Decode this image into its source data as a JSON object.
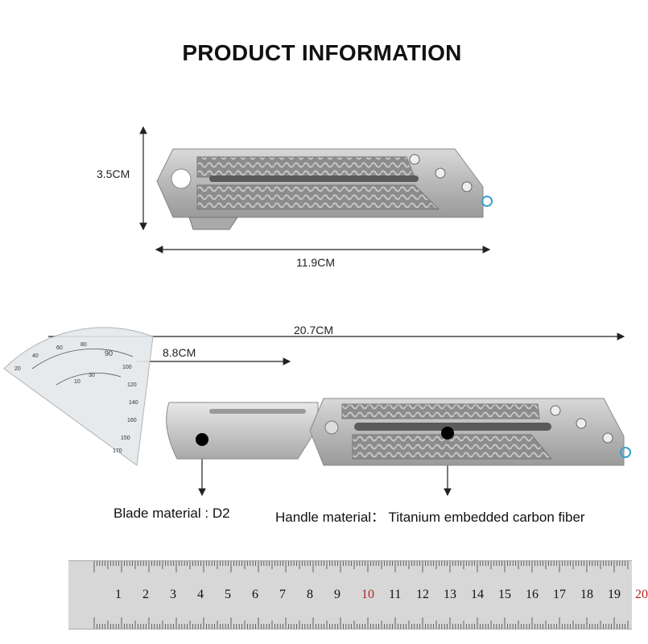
{
  "title": "PRODUCT INFORMATION",
  "dimensions": {
    "closed_height": "3.5CM",
    "closed_length": "11.9CM",
    "overall_length": "20.7CM",
    "blade_length": "8.8CM"
  },
  "materials": {
    "blade": "Blade material : D2",
    "handle": "Handle material： Titanium embedded carbon fiber"
  },
  "ruler": {
    "numbers": [
      "1",
      "2",
      "3",
      "4",
      "5",
      "6",
      "7",
      "8",
      "9",
      "10",
      "11",
      "12",
      "13",
      "14",
      "15",
      "16",
      "17",
      "18",
      "19",
      "20"
    ],
    "highlight_color": "#b22222"
  },
  "protractor": {
    "marks": [
      "90",
      "80",
      "100",
      "60",
      "120",
      "40",
      "140",
      "20",
      "160",
      "150",
      "30",
      "170",
      "10"
    ]
  }
}
